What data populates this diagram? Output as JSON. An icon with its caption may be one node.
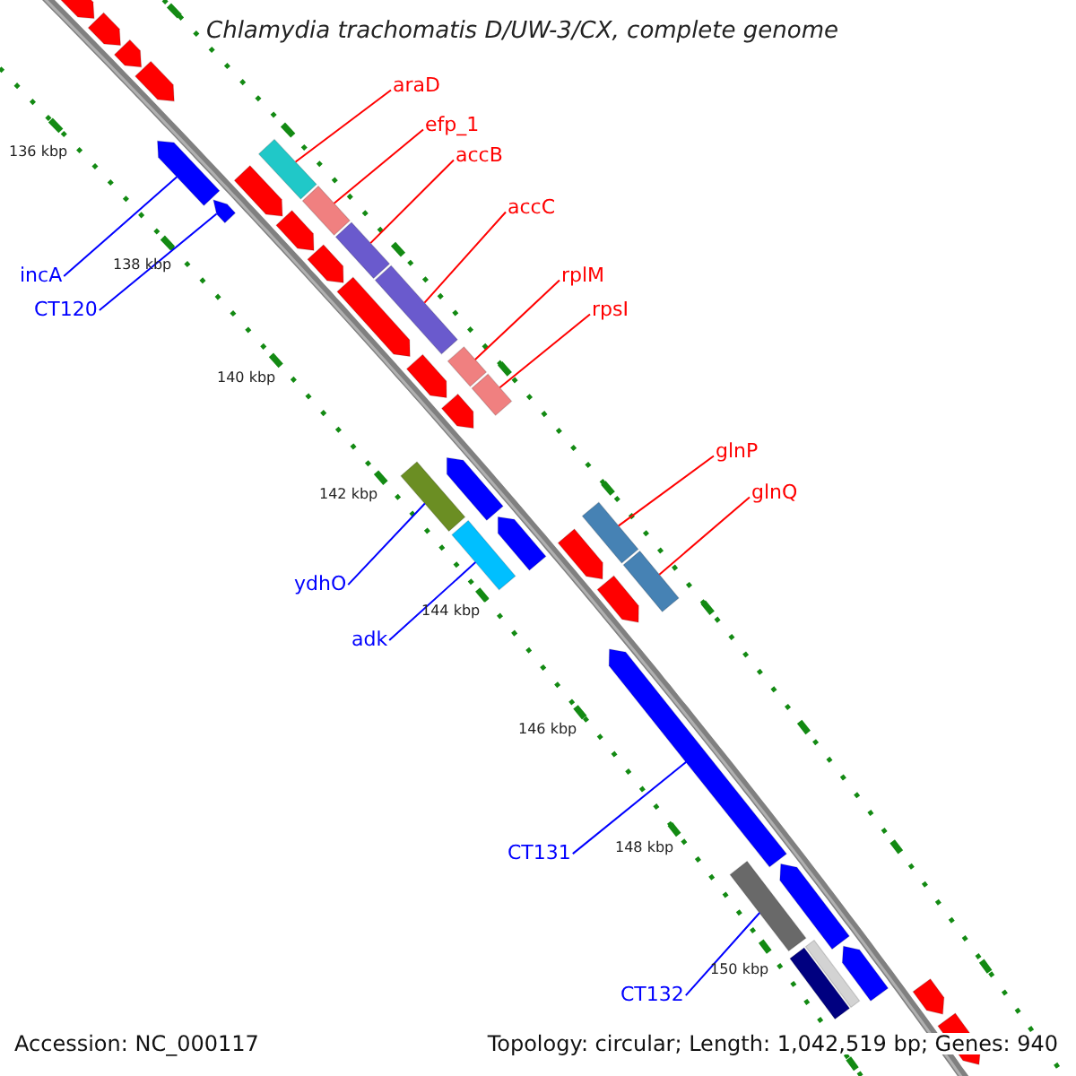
{
  "diagram": {
    "title": "Chlamydia trachomatis D/UW-3/CX, complete genome",
    "nodes": [
      {
        "text": [
          "araD"
        ]
      },
      {
        "text": [
          "efp_1"
        ]
      },
      {
        "text": [
          "accB"
        ]
      },
      {
        "text": [
          "incA"
        ]
      },
      {
        "text": [
          "accC"
        ]
      },
      {
        "text": [
          "CT120"
        ]
      },
      {
        "text": [
          "rplM"
        ]
      },
      {
        "text": [
          "rpsI"
        ]
      },
      {
        "text": [
          "glnP"
        ]
      },
      {
        "text": [
          "glnQ"
        ]
      },
      {
        "text": [
          "ydhO"
        ]
      },
      {
        "text": [
          "adk"
        ]
      },
      {
        "text": [
          "CT131"
        ]
      },
      {
        "text": [
          "CT132"
        ]
      },
      {
        "text": [],
        "shape": "bar"
      },
      {
        "text": [],
        "shape": "bar"
      },
      {
        "text": [],
        "shape": "bar"
      },
      {
        "text": [],
        "shape": "bar"
      },
      {
        "text": [],
        "shape": "bar"
      },
      {
        "text": [],
        "shape": "bar"
      },
      {
        "text": [],
        "shape": "bar"
      },
      {
        "text": [],
        "shape": "bar"
      },
      {
        "text": [],
        "shape": "bar"
      },
      {
        "text": [],
        "shape": "bar"
      },
      {
        "text": [],
        "shape": "bar"
      },
      {
        "text": [],
        "shape": "bar"
      },
      {
        "text": [],
        "shape": "bar"
      },
      {
        "text": [],
        "shape": "bar"
      }
    ],
    "edges": [
      {
        "from": 0,
        "to": 14,
        "arrow": "none"
      },
      {
        "from": 1,
        "to": 15,
        "arrow": "none"
      },
      {
        "from": 2,
        "to": 16,
        "arrow": "none"
      },
      {
        "from": 3,
        "to": 17,
        "arrow": "none",
        "color": "#0000ff"
      },
      {
        "from": 4,
        "to": 18,
        "arrow": "none"
      },
      {
        "from": 5,
        "to": 19,
        "arrow": "none",
        "color": "#0000ff"
      },
      {
        "from": 6,
        "to": 20,
        "arrow": "none"
      },
      {
        "from": 7,
        "to": 21,
        "arrow": "none"
      },
      {
        "from": 8,
        "to": 22,
        "arrow": "none"
      },
      {
        "from": 9,
        "to": 23,
        "arrow": "none"
      },
      {
        "from": 10,
        "to": 24,
        "arrow": "none",
        "color": "#0000ff"
      },
      {
        "from": 11,
        "to": 25,
        "arrow": "none",
        "color": "#0000ff"
      },
      {
        "from": 12,
        "to": 26,
        "arrow": "none",
        "color": "#0000ff"
      },
      {
        "from": 13,
        "to": 27,
        "arrow": "none",
        "color": "#0000ff"
      }
    ],
    "labels": [
      "136 kbp",
      "138 kbp",
      "140 kbp",
      "142 kbp",
      "144 kbp",
      "146 kbp",
      "148 kbp",
      "150 kbp",
      "Accession: NC_000117",
      "Topology: circular; Length: 1,042,519 bp; Genes: 940"
    ]
  }
}
